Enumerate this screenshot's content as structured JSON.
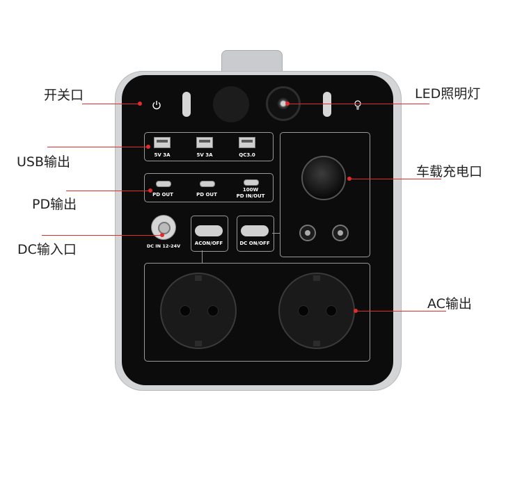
{
  "callouts": {
    "power_switch": "开关口",
    "usb_output": "USB输出",
    "pd_output": "PD输出",
    "dc_input": "DC输入口",
    "led_light": "LED照明灯",
    "car_charger": "车载充电口",
    "ac_output": "AC输出"
  },
  "panel": {
    "usb_ports": [
      "5V 3A",
      "5V 3A",
      "QC3.0"
    ],
    "pd_ports": [
      "PD  OUT",
      "PD  OUT",
      "100W",
      "PD IN/OUT"
    ],
    "dc_in": "DC IN 12-24V",
    "ac_switch": "ACON/OFF",
    "dc_switch": "DC ON/OFF"
  },
  "colors": {
    "accent_line": "#e22b2b",
    "panel_face": "#0c0c0c",
    "shell": "#d3d5d7"
  },
  "icons": [
    "power-icon",
    "bulb-icon"
  ]
}
